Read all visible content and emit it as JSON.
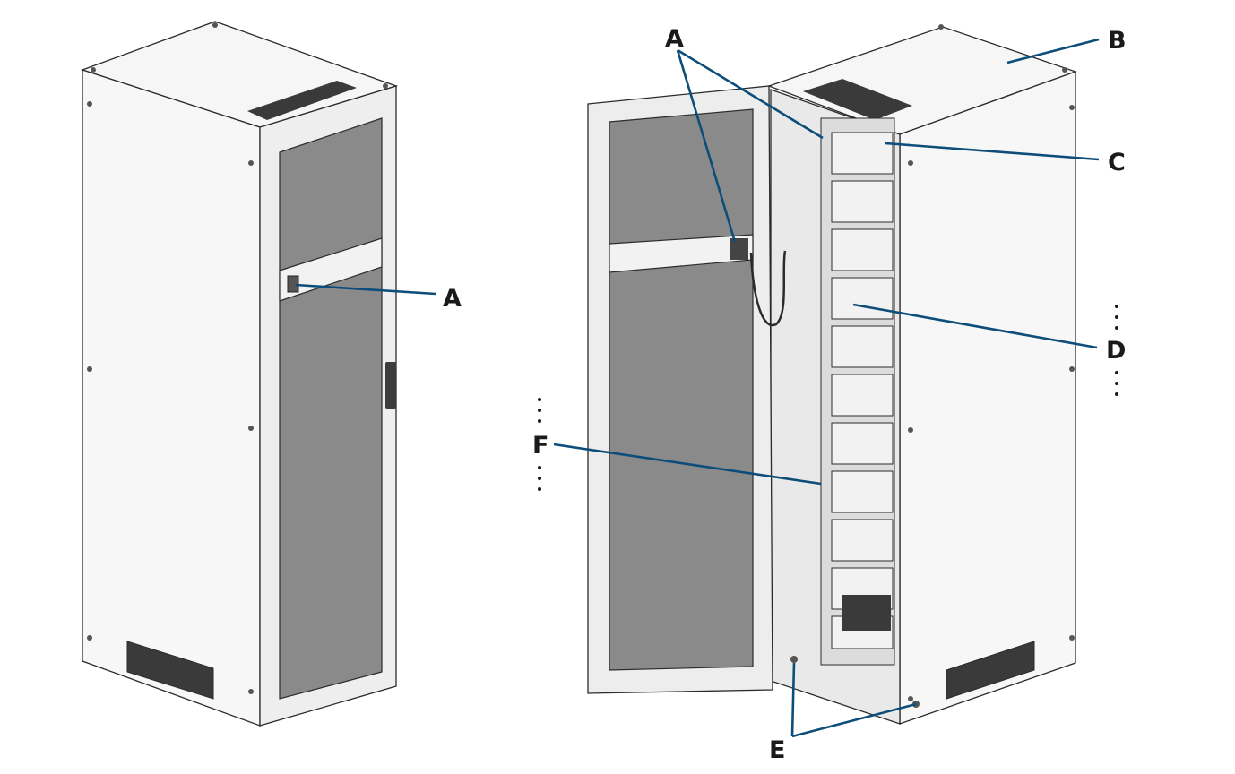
{
  "callouts": {
    "a_left": "A",
    "a_top": "A",
    "b": "B",
    "c": "C",
    "d": "D",
    "e": "E",
    "f": "F"
  },
  "colors": {
    "leader": "#0d4d7a",
    "panel_light": "#f4f4f4",
    "panel_mid": "#e8e8e8",
    "window_glass": "#8a8a8a",
    "vent": "#3a3a3a"
  }
}
